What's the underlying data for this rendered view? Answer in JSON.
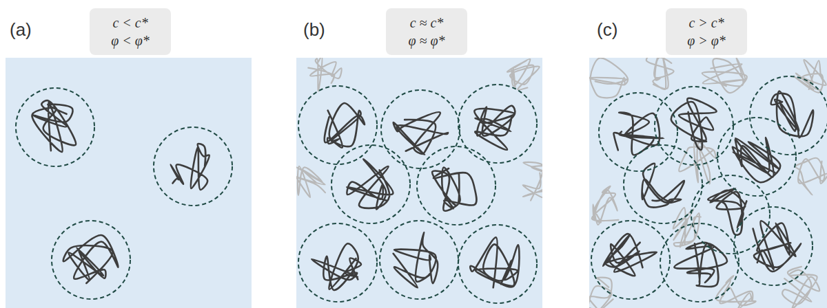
{
  "diagram": {
    "nodes": [
      {
        "text": [
          "c < c*",
          "φ < φ*"
        ]
      },
      {
        "text": [
          "c ≈ c*",
          "φ ≈ φ*"
        ]
      },
      {
        "text": [
          "c > c*",
          "φ > φ*"
        ]
      }
    ],
    "labels": [
      "(a)",
      "(b)",
      "(c)"
    ]
  }
}
